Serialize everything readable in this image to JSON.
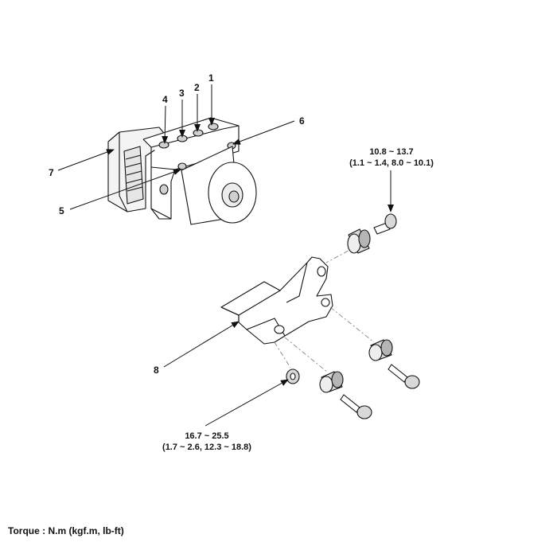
{
  "callouts": {
    "c1": "1",
    "c2": "2",
    "c3": "3",
    "c4": "4",
    "c5": "5",
    "c6": "6",
    "c7": "7",
    "c8": "8"
  },
  "torque_specs": {
    "upper": {
      "line1": "10.8 ~ 13.7",
      "line2": "(1.1 ~ 1.4, 8.0 ~ 10.1)"
    },
    "lower": {
      "line1": "16.7 ~ 25.5",
      "line2": "(1.7 ~ 2.6, 12.3 ~ 18.8)"
    }
  },
  "legend": {
    "torque_units": "Torque : N.m (kgf.m, lb-ft)"
  },
  "colors": {
    "line": "#111111",
    "shade": "#d9d9d9",
    "dark_shade": "#b5b5b5"
  }
}
